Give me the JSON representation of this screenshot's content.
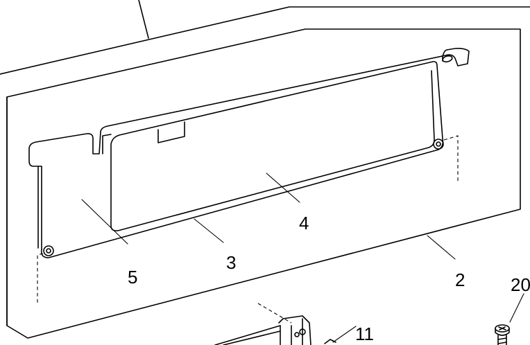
{
  "callouts": {
    "panel": "2",
    "frame": "3",
    "window": "4",
    "plate": "5",
    "bracket": "11",
    "screw": "20"
  }
}
